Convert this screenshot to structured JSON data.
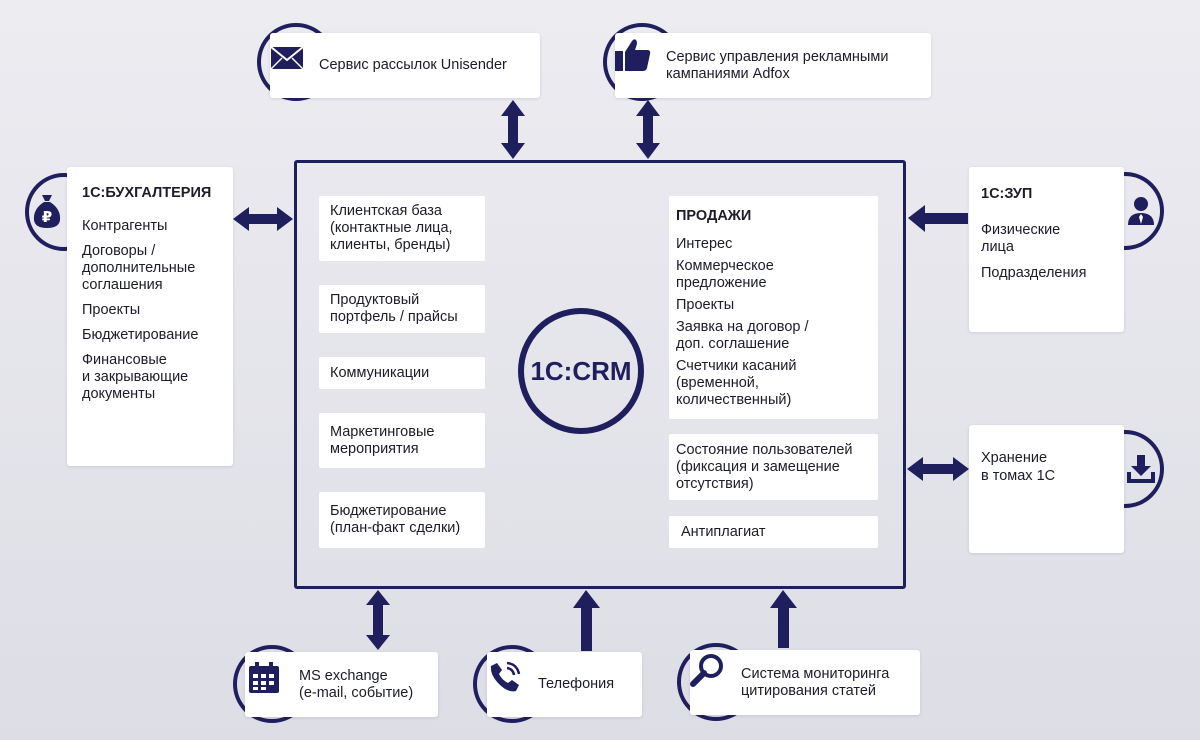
{
  "top": {
    "unisender": "Сервис рассылок Unisender",
    "adfox": "Сервис управления рекламными\nкампаниями Adfox"
  },
  "left": {
    "title": "1С:БУХГАЛТЕРИЯ",
    "items": [
      "Контрагенты",
      "Договоры /\nдополнительные\nсоглашения",
      "Проекты",
      "Бюджетирование",
      "Финансовые\nи закрывающие\nдокументы"
    ]
  },
  "right": {
    "zup": {
      "title": "1С:ЗУП",
      "items": [
        "Физические\nлица",
        "Подразделения"
      ]
    },
    "storage": "Хранение\nв томах 1С"
  },
  "center": {
    "logo": "1С:CRM",
    "left_items": [
      "Клиентская база\n(контактные лица,\nклиенты, бренды)",
      "Продуктовый\nпортфель / прайсы",
      "Коммуникации",
      "Маркетинговые\nмероприятия",
      "Бюджетирование\n(план-факт сделки)"
    ],
    "sales": {
      "title": "ПРОДАЖИ",
      "items": [
        "Интерес",
        "Коммерческое\nпредложение",
        "Проекты",
        "Заявка на договор /\nдоп. соглашение",
        "Счетчики касаний\n(временной,\nколичественный)"
      ]
    },
    "user_state": "Состояние пользователей\n(фиксация и замещение\nотсутствия)",
    "antiplagiat": "Антиплагиат"
  },
  "bottom": {
    "exchange": "MS exchange\n(e-mail, событие)",
    "telephony": "Телефония",
    "monitoring": "Система мониторинга\nцитирования статей"
  },
  "colors": {
    "accent": "#201f5e",
    "background": "#e4e4ea",
    "box": "#ffffff"
  },
  "icons": [
    "envelope-icon",
    "thumbs-up-icon",
    "money-bag-ruble-icon",
    "user-icon",
    "download-icon",
    "calendar-icon",
    "phone-icon",
    "magnifier-icon"
  ]
}
